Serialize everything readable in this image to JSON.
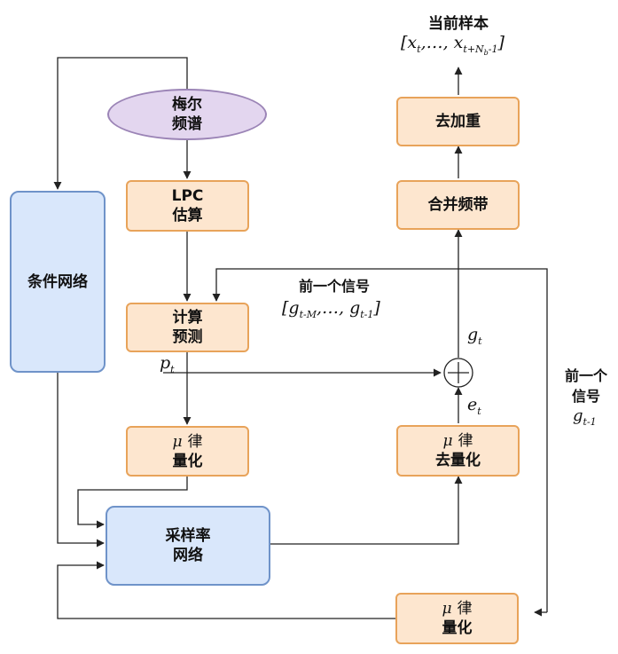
{
  "nodes": {
    "mel": [
      "梅尔",
      "频谱"
    ],
    "lpc": [
      "LPC",
      "估算"
    ],
    "calc": [
      "计算",
      "预测"
    ],
    "mu_quant": [
      "μ",
      "律",
      "量化"
    ],
    "cond_net": "条件网络",
    "sample_net": [
      "采样率",
      "网络"
    ],
    "mu_dequant": [
      "μ",
      "律",
      "去量化"
    ],
    "merge": "合并频带",
    "deemph": "去加重",
    "mu_quant2": [
      "μ",
      "律",
      "量化"
    ]
  },
  "labels": {
    "current_sample": "当前样本",
    "current_sample_math": [
      "[x",
      "t",
      ",…, x",
      "t+N",
      "b",
      "-1",
      "]"
    ],
    "prev_signal": "前一个信号",
    "prev_signal_math": [
      "[g",
      "t-M",
      ",…, g",
      "t-1",
      "]"
    ],
    "prev_signal_right": [
      "前一个",
      "信号"
    ],
    "prev_signal_right_math": [
      "g",
      "t-1"
    ],
    "pt": [
      "p",
      "t"
    ],
    "gt": [
      "g",
      "t"
    ],
    "et": [
      "e",
      "t"
    ],
    "plus": "+"
  },
  "colors": {
    "orange_fill": "#fde6cf",
    "orange_border": "#e8a35a",
    "blue_fill": "#d9e7fb",
    "blue_border": "#6f93c9",
    "purple_fill": "#e3d6ef",
    "purple_border": "#9b84b6",
    "line": "#222222"
  }
}
